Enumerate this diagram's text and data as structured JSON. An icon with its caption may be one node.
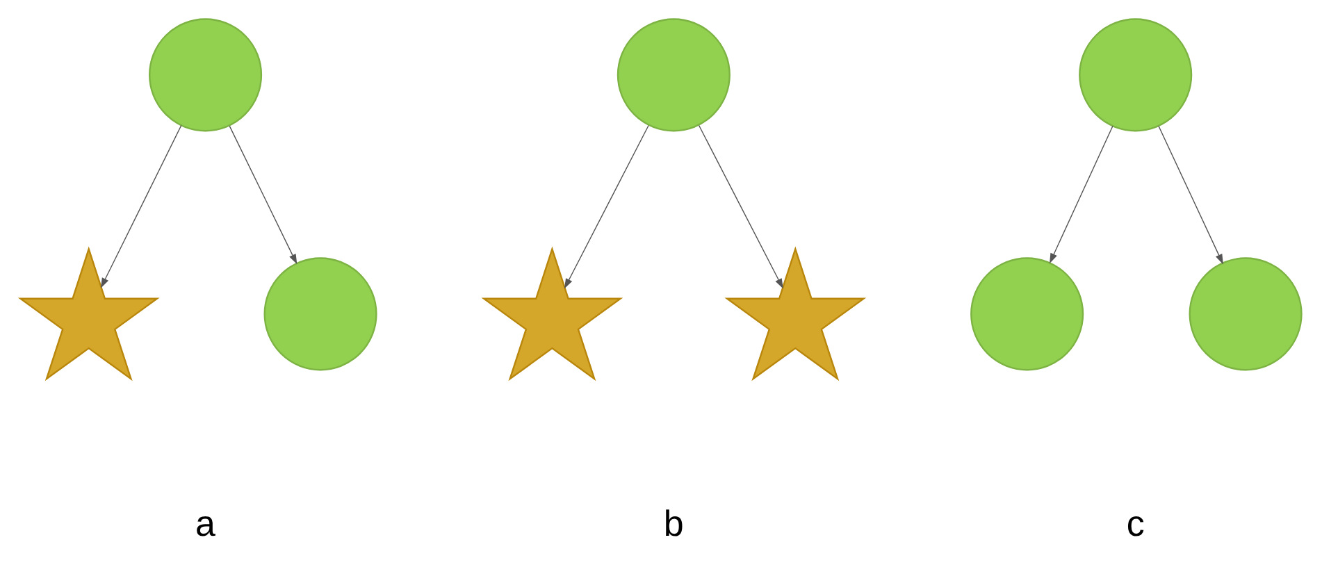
{
  "diagram": {
    "nodes": [
      {
        "text": [],
        "shape": "circle"
      },
      {
        "text": [],
        "shape": "circle"
      },
      {
        "text": [],
        "shape": "circle"
      },
      {
        "text": [],
        "shape": "star"
      },
      {
        "text": [],
        "shape": "circle"
      },
      {
        "text": [],
        "shape": "star"
      },
      {
        "text": [],
        "shape": "star"
      },
      {
        "text": [],
        "shape": "circle"
      },
      {
        "text": [],
        "shape": "circle"
      }
    ],
    "edges": [
      {
        "from": 0,
        "to": 3,
        "arrow": "to"
      },
      {
        "from": 0,
        "to": 4,
        "arrow": "to"
      },
      {
        "from": 1,
        "to": 5,
        "arrow": "to"
      },
      {
        "from": 1,
        "to": 6,
        "arrow": "to"
      },
      {
        "from": 2,
        "to": 7,
        "arrow": "to"
      },
      {
        "from": 2,
        "to": 8,
        "arrow": "to"
      }
    ],
    "labels": [
      "a",
      "b",
      "c"
    ]
  }
}
